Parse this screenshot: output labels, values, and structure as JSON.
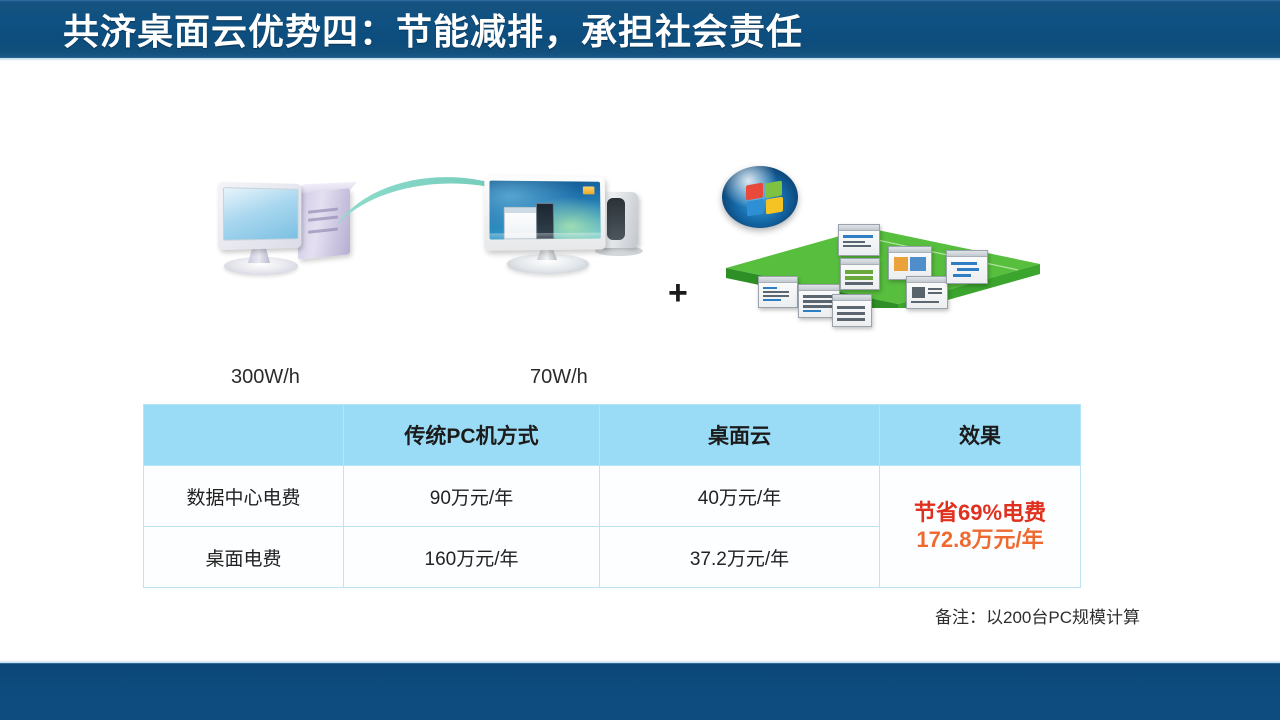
{
  "header": {
    "title": "共济桌面云优势四：节能减排，承担社会责任"
  },
  "illustration": {
    "pc_label": "300W/h",
    "thin_client_label": "70W/h",
    "plus_symbol": "+",
    "arrow_color": "#7fd4c4",
    "icons": {
      "desktop_pc": "desktop-pc-icon",
      "thin_client": "thin-client-icon",
      "windows_orb": "windows-logo-icon",
      "server_platform": "server-platform-icon",
      "flow_arrow": "curved-arrow-icon"
    }
  },
  "table": {
    "headers": [
      "",
      "传统PC机方式",
      "桌面云",
      "效果"
    ],
    "rows": [
      {
        "label": "数据中心电费",
        "pc": "90万元/年",
        "cloud": "40万元/年"
      },
      {
        "label": "桌面电费",
        "pc": "160万元/年",
        "cloud": "37.2万元/年"
      }
    ],
    "effect": {
      "line1": "节省69%电费",
      "line2": "172.8万元/年",
      "line1_color": "#e0301e",
      "line2_color": "#ef6a30"
    },
    "note": "备注：以200台PC规模计算",
    "header_bg": "#9adcf5"
  },
  "theme": {
    "header_bar_color": "#0f5182",
    "footer_bar_color": "#0d4a7c",
    "page_bg": "#ffffff"
  }
}
